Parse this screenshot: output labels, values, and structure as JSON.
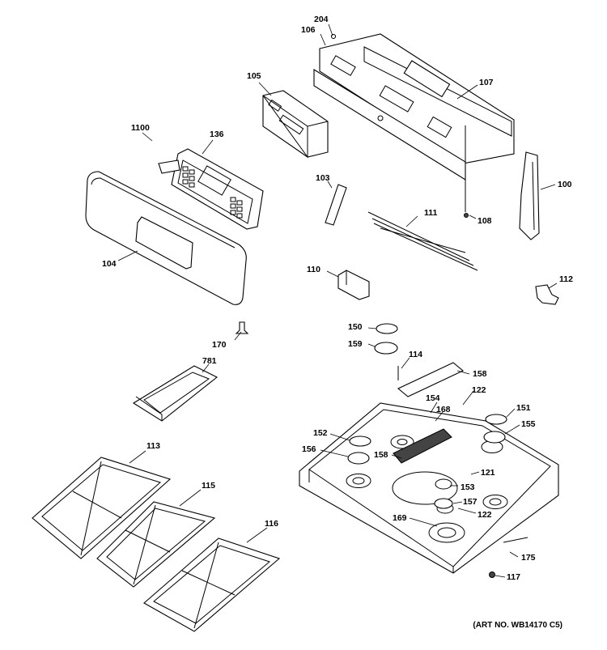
{
  "labels": {
    "p204": "204",
    "p106": "106",
    "p105": "105",
    "p107": "107",
    "p1100": "1100",
    "p136": "136",
    "p103": "103",
    "p100": "100",
    "p111": "111",
    "p108": "108",
    "p104": "104",
    "p110": "110",
    "p112": "112",
    "p150": "150",
    "p159": "159",
    "p170": "170",
    "p114": "114",
    "p158a": "158",
    "p781": "781",
    "p122a": "122",
    "p154": "154",
    "p168": "168",
    "p151": "151",
    "p152": "152",
    "p155": "155",
    "p156": "156",
    "p158b": "158",
    "p113": "113",
    "p121": "121",
    "p153": "153",
    "p115": "115",
    "p157": "157",
    "p122b": "122",
    "p169": "169",
    "p116": "116",
    "p175": "175",
    "p117": "117"
  },
  "art_number": "(ART NO. WB14170 C5)"
}
